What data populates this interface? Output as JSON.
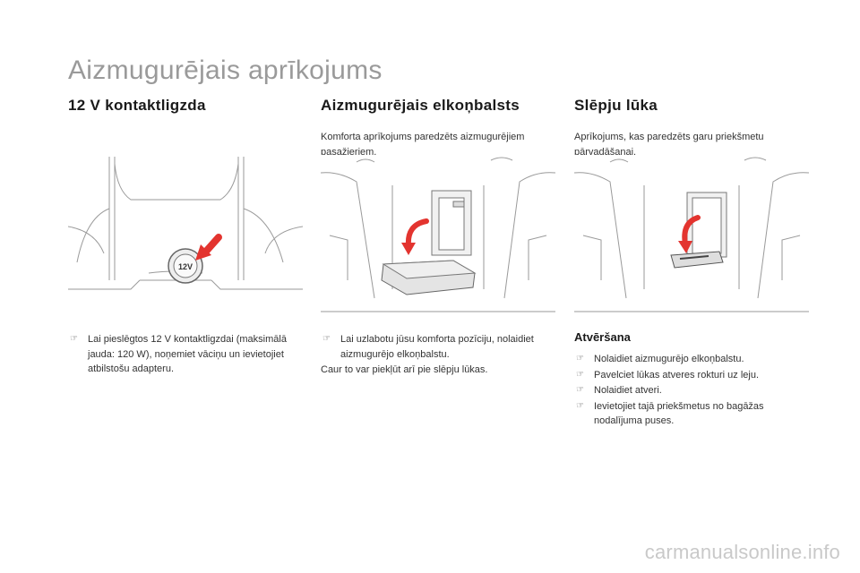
{
  "page": {
    "title": "Aizmugurējais aprīkojums"
  },
  "columns": [
    {
      "title": "12 V kontaktligzda",
      "intro": "",
      "figure_label": "12V",
      "bullets": [
        "Lai pieslēgtos 12 V kontaktligzdai (maksimālā jauda: 120 W), noņemiet vāciņu un ievietojiet atbilstošu adapteru."
      ],
      "note": ""
    },
    {
      "title": "Aizmugurējais elkoņbalsts",
      "intro": "Komforta aprīkojums paredzēts aizmugurējiem pasažieriem.",
      "bullets": [
        "Lai uzlabotu jūsu komforta pozīciju, nolaidiet aizmugurējo elkoņbalstu."
      ],
      "note": "Caur to var piekļūt arī pie slēpju lūkas."
    },
    {
      "title": "Slēpju lūka",
      "intro": "Aprīkojums, kas paredzēts garu priekšmetu pārvadāšanai.",
      "subheading": "Atvēršana",
      "bullets": [
        "Nolaidiet aizmugurējo elkoņbalstu.",
        "Pavelciet lūkas atveres rokturi uz leju.",
        "Nolaidiet atveri.",
        "Ievietojiet tajā priekšmetus no bagāžas nodalījuma puses."
      ]
    }
  ],
  "watermark": "carmanualsonline.info",
  "colors": {
    "title_gray": "#9a9a9a",
    "arrow_red": "#e3342f",
    "line_gray": "#8a8a8a"
  }
}
